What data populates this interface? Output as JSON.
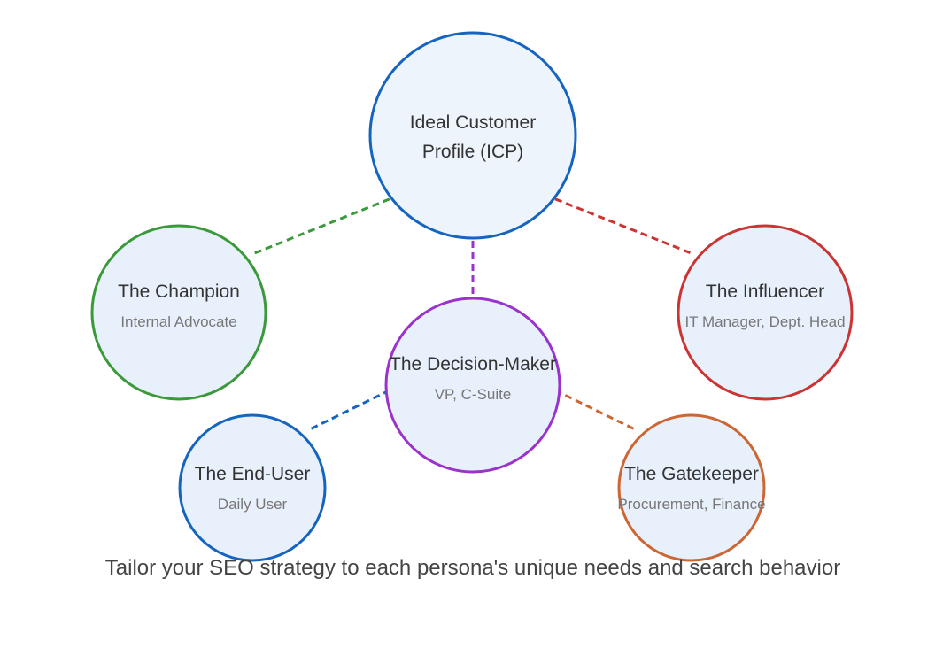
{
  "diagram": {
    "center": {
      "title_line1": "Ideal Customer",
      "title_line2": "Profile (ICP)",
      "color": "#1565c0"
    },
    "personas": {
      "champion": {
        "title": "The Champion",
        "subtitle": "Internal Advocate",
        "color": "#3a9a3a"
      },
      "influencer": {
        "title": "The Influencer",
        "subtitle": "IT Manager, Dept. Head",
        "color": "#cc3333"
      },
      "decision_maker": {
        "title": "The Decision-Maker",
        "subtitle": "VP, C-Suite",
        "color": "#9933cc"
      },
      "end_user": {
        "title": "The End-User",
        "subtitle": "Daily User",
        "color": "#1565c0"
      },
      "gatekeeper": {
        "title": "The Gatekeeper",
        "subtitle": "Procurement, Finance",
        "color": "#cc6633"
      }
    },
    "node_fill": "#e8f0fc",
    "center_fill": "#eef4fc",
    "caption": "Tailor your SEO strategy to each persona's unique needs and search behavior"
  }
}
